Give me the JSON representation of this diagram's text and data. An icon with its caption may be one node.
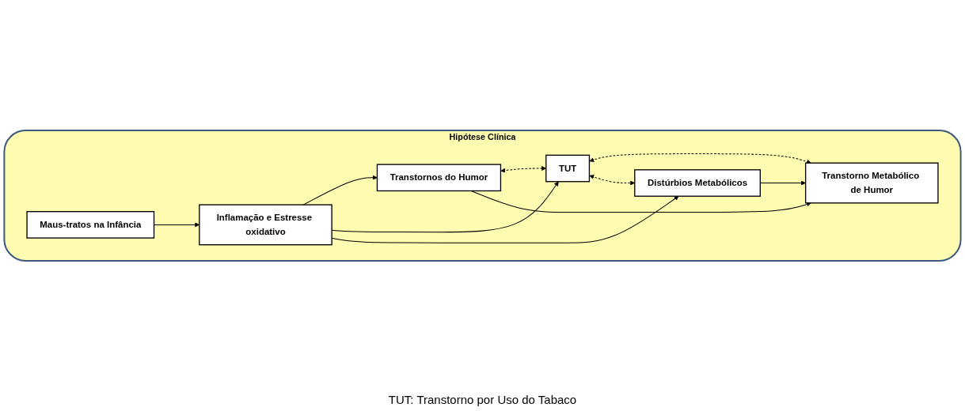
{
  "diagram": {
    "nodes": [
      {
        "text": [
          "Hipótese Clínica"
        ]
      },
      {
        "text": [
          "Maus-tratos na Infância"
        ],
        "in": 0
      },
      {
        "text": [
          "Inflamação e Estresse oxidativo"
        ],
        "in": 0
      },
      {
        "text": [
          "Transtornos do Humor"
        ],
        "in": 0
      },
      {
        "text": [
          "TUT"
        ],
        "in": 0
      },
      {
        "text": [
          "Distúrbios Metabólicos"
        ],
        "in": 0
      },
      {
        "text": [
          "Transtorno Metabólico de Humor"
        ],
        "in": 0
      }
    ],
    "edges": [
      {
        "from": 1,
        "to": 2,
        "arrow": "to"
      },
      {
        "from": 2,
        "to": 3,
        "arrow": "to"
      },
      {
        "from": 2,
        "to": 4,
        "arrow": "to"
      },
      {
        "from": 2,
        "to": 5,
        "arrow": "to"
      },
      {
        "from": 3,
        "to": 4,
        "arrow": "both",
        "style": "dashed"
      },
      {
        "from": 4,
        "to": 6,
        "arrow": "both",
        "style": "dashed"
      },
      {
        "from": 4,
        "to": 5,
        "arrow": "both",
        "style": "dashed"
      },
      {
        "from": 3,
        "to": 6,
        "arrow": "to"
      },
      {
        "from": 5,
        "to": 6,
        "arrow": "to"
      }
    ],
    "labels": [
      "TUT: Transtorno por Uso do Tabaco"
    ]
  }
}
